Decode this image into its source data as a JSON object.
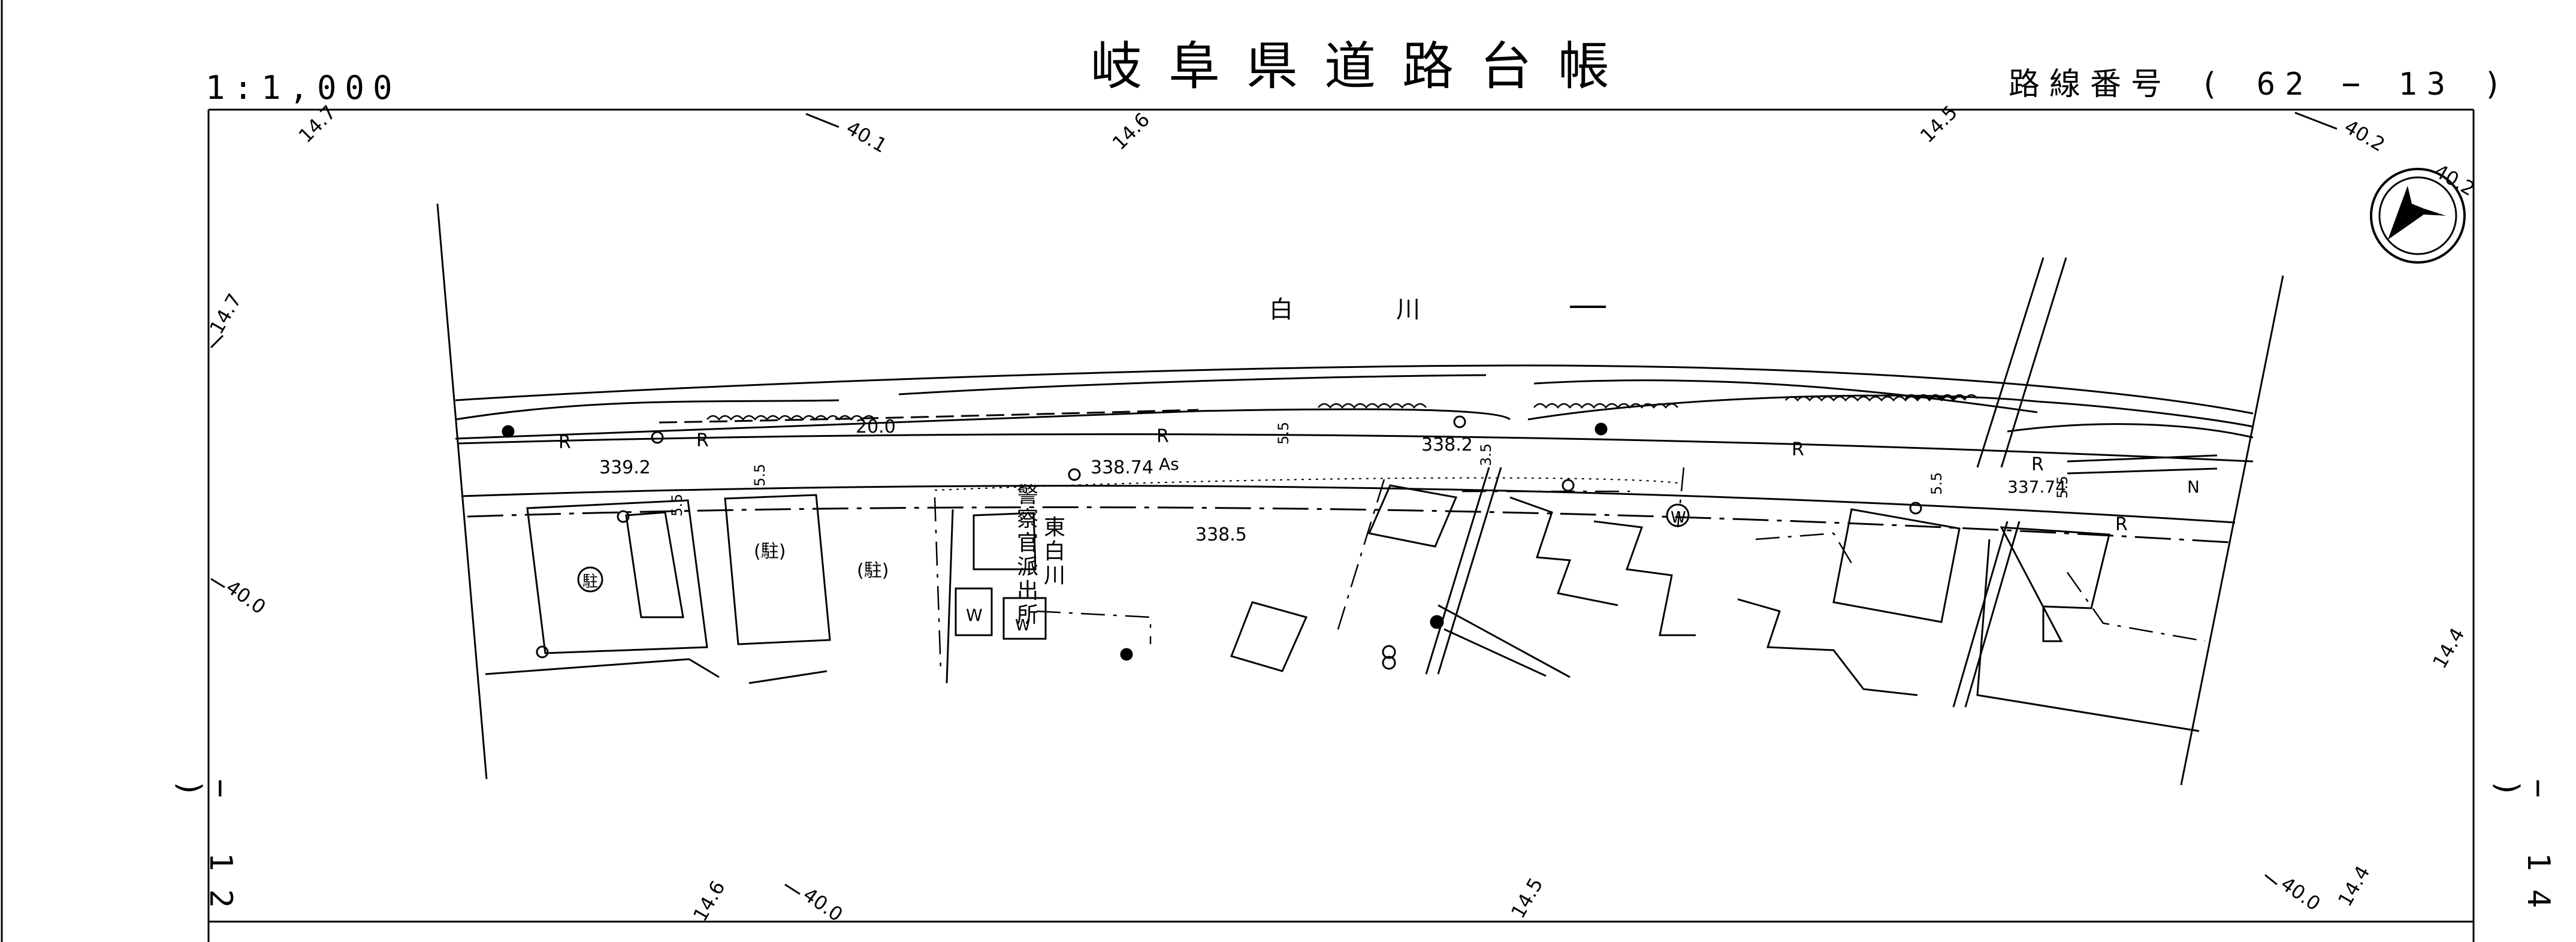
{
  "sheet": {
    "title": "岐阜県道路台帳",
    "scale": "1:1,000",
    "route": "路線番号 ( 62 − 13 )",
    "adjacent_left": "− 12 )",
    "adjacent_right": "− 14 )"
  },
  "map": {
    "river": {
      "label_1": "白",
      "label_2": "川"
    },
    "buildings": {
      "police_1": "警",
      "police_2": "察",
      "police_3": "官",
      "police_4": "派",
      "police_5": "出",
      "police_6": "所",
      "east_1": "東",
      "east_2": "白",
      "east_3": "川"
    },
    "marks": {
      "parking": "(駐)",
      "parking_circled": "駐",
      "water": "W",
      "river_bank": "R",
      "asphalt": "As",
      "north": "N"
    },
    "elevations": [
      "339.2",
      "338.74",
      "338.5",
      "338.2",
      "337.74"
    ],
    "road_width": "20.0",
    "offsets": [
      "5.5",
      "3.5"
    ],
    "coords_top": [
      "14.7",
      "40.1",
      "14.6",
      "14.5",
      "40.2",
      "40.2"
    ],
    "coords_left": [
      "14.7",
      "40.0"
    ],
    "coords_right": [
      "14.4"
    ],
    "coords_bottom": [
      "14.6",
      "40.0",
      "14.5",
      "40.0",
      "14.4"
    ]
  }
}
